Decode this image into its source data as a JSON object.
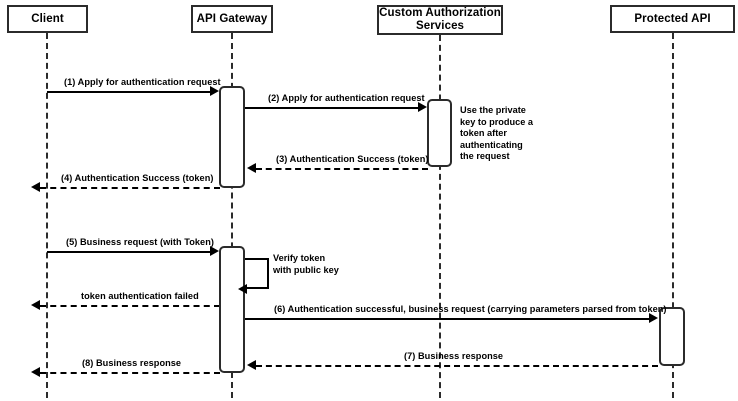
{
  "diagram": {
    "title": "API Gateway token authentication sequence",
    "type": "sequence-diagram",
    "background_color": "#ffffff",
    "line_color": "#000000",
    "box_border_color": "#2b2b2b"
  },
  "participants": [
    {
      "id": "client",
      "label": "Client"
    },
    {
      "id": "api-gateway",
      "label": "API Gateway"
    },
    {
      "id": "custom-auth",
      "label": "Custom Authorization\nServices"
    },
    {
      "id": "protected-api",
      "label": "Protected API"
    }
  ],
  "participant_labels": {
    "client": "Client",
    "api_gateway": "API Gateway",
    "custom_auth_line1": "Custom Authorization",
    "custom_auth_line2": "Services",
    "protected_api": "Protected API"
  },
  "messages": [
    {
      "seq": "1",
      "label": "(1) Apply for authentication request",
      "from": "client",
      "to": "api-gateway",
      "style": "solid",
      "direction": "right"
    },
    {
      "seq": "2",
      "label": "(2) Apply for authentication request",
      "from": "api-gateway",
      "to": "custom-auth",
      "style": "solid",
      "direction": "right"
    },
    {
      "seq": "3",
      "label": "(3) Authentication Success (token)",
      "from": "custom-auth",
      "to": "api-gateway",
      "style": "dashed",
      "direction": "left"
    },
    {
      "seq": "4",
      "label": "(4) Authentication Success (token)",
      "from": "api-gateway",
      "to": "client",
      "style": "dashed",
      "direction": "left"
    },
    {
      "seq": "5",
      "label": "(5) Business request (with Token)",
      "from": "client",
      "to": "api-gateway",
      "style": "solid",
      "direction": "right"
    },
    {
      "seq": "self",
      "label": "Verify token\nwith public key",
      "from": "api-gateway",
      "to": "api-gateway",
      "style": "solid",
      "direction": "self"
    },
    {
      "seq": "fail",
      "label": "token authentication failed",
      "from": "api-gateway",
      "to": "client",
      "style": "dashed",
      "direction": "left"
    },
    {
      "seq": "6",
      "label": "(6) Authentication successful, business request (carrying parameters parsed from token)",
      "from": "api-gateway",
      "to": "protected-api",
      "style": "solid",
      "direction": "right"
    },
    {
      "seq": "7",
      "label": "(7) Business response",
      "from": "protected-api",
      "to": "api-gateway",
      "style": "dashed",
      "direction": "left"
    },
    {
      "seq": "8",
      "label": "(8) Business response",
      "from": "api-gateway",
      "to": "client",
      "style": "dashed",
      "direction": "left"
    }
  ],
  "message_labels": {
    "m1": "(1) Apply for authentication request",
    "m2": "(2) Apply for authentication request",
    "m3": "(3) Authentication Success (token)",
    "m4": "(4) Authentication Success (token)",
    "m5": "(5) Business request (with Token)",
    "m6": "(6) Authentication successful, business request (carrying parameters parsed from token)",
    "m7": "(7) Business response",
    "m8": "(8) Business response",
    "self_verify": "Verify token\nwith public key",
    "token_failed": "token authentication failed"
  },
  "notes": {
    "private_key_note": "Use the private\nkey to produce a\ntoken after\nauthenticating\nthe request"
  }
}
